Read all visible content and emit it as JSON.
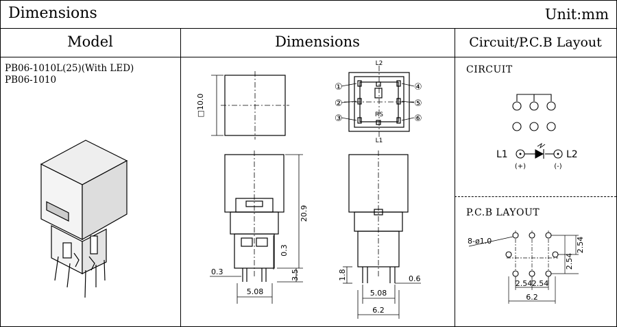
{
  "header": {
    "title": "Dimensions",
    "unit": "Unit:mm"
  },
  "columns": {
    "model": "Model",
    "dimensions": "Dimensions",
    "circuit": "Circuit/P.C.B Layout"
  },
  "models": [
    "PB06-1010L(25)(With LED)",
    "PB06-1010"
  ],
  "dimensions": {
    "square": "□10.0",
    "height": "20.9",
    "offset_top": "0.3",
    "offset_left": "0.3",
    "pin_len": "3.5",
    "pitch_front": "5.08",
    "pin_h": "1.8",
    "pin_w": "0.6",
    "pitch_side": "5.08",
    "width_side": "6.2",
    "top_l2": "L2",
    "top_l1": "L1",
    "top_rs": "RS",
    "pins": [
      "①",
      "②",
      "③",
      "④",
      "⑤",
      "⑥"
    ]
  },
  "circuit": {
    "label": "CIRCUIT",
    "l1": "L1",
    "l2": "L2",
    "plus": "(+)",
    "minus": "(-)"
  },
  "pcb": {
    "label": "P.C.B LAYOUT",
    "holes": "8-ø1.0",
    "pitch_a": "2.54",
    "pitch_b": "2.54",
    "pitch_v1": "2.54",
    "pitch_v2": "2.54",
    "width": "6.2"
  }
}
